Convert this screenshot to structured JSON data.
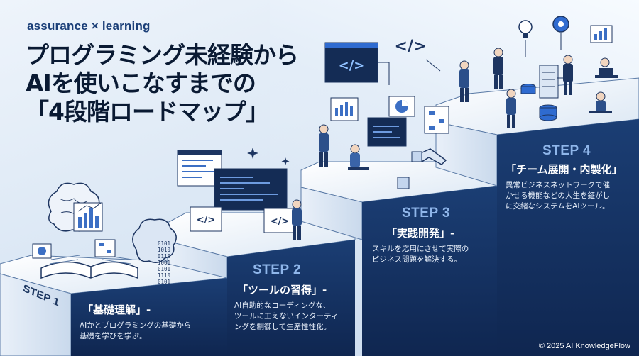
{
  "brand": "assurance × learning",
  "headline": {
    "line1": "プログラミング未経験から",
    "line2": "AIを使いこなすまでの",
    "line3": "「4段階ロードマップ」"
  },
  "steps": [
    {
      "label": "STEP 1",
      "title": "「基礎理解」-",
      "desc_line1": "AIかとプログラミングの基礎から",
      "desc_line2": "基礎を学びを学ぶ。"
    },
    {
      "label": "STEP 2",
      "title": "「ツールの習得」-",
      "desc_line1": "AI自助的なコーディングな、",
      "desc_line2": "ツールに工えないインターティ",
      "desc_line3": "ングを制御して生産性性化。"
    },
    {
      "label": "STEP 3",
      "title": "「実践開発」-",
      "desc_line1": "スキルを応用にさせて実際の",
      "desc_line2": "ビジネス問題を解決する。"
    },
    {
      "label": "STEP 4",
      "title": "「チーム展開・内製化」",
      "desc_line1": "異常ビジネスネットワークで催",
      "desc_line2": "かせる機能などの人生を鉦がし",
      "desc_line3": "に交緒なシステムをAIツール。"
    }
  ],
  "code_tags": [
    "</>",
    "</>",
    "</>",
    "</>"
  ],
  "binary_text": [
    "0101",
    "1010",
    "0110",
    "1001",
    "0101",
    "1110",
    "0101"
  ],
  "copyright": "© 2025 AI KnowledgeFlow",
  "colors": {
    "background": "#dce8f5",
    "step_dark": "#132e5c",
    "step_top": "#f3f7fc",
    "step_label": "#8fb6ea",
    "headline": "#0a1a33",
    "brand": "#1b3f78",
    "accent": "#2f6bd0"
  },
  "icons": [
    "book-icon",
    "brain-icon",
    "bar-chart-icon",
    "browser-window-icon",
    "code-icon",
    "sparkle-icon",
    "robot-arm-icon",
    "server-icon",
    "gear-icon",
    "lightbulb-icon",
    "person-icon",
    "database-icon"
  ]
}
